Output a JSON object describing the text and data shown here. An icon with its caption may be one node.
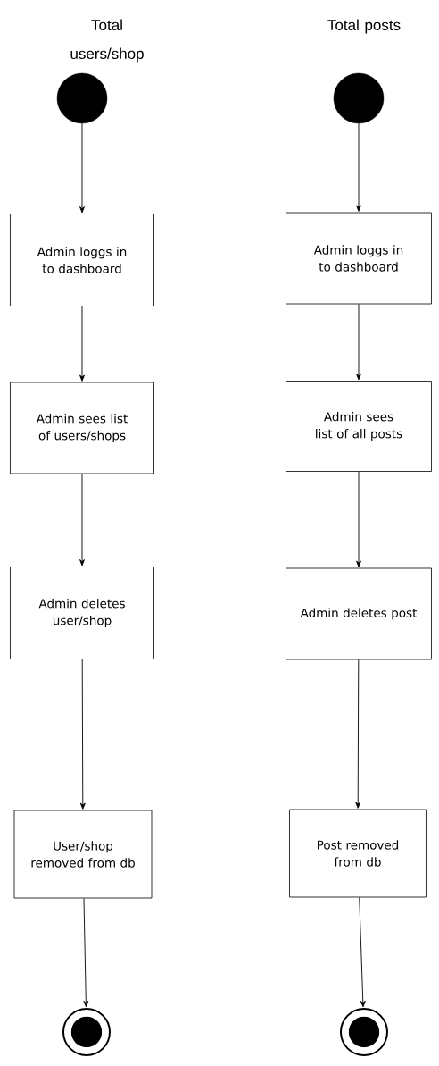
{
  "diagram": {
    "nodes": [
      {
        "text": [],
        "shape": "circle"
      },
      {
        "text": [
          "Admin loggs in to dashboard"
        ]
      },
      {
        "text": [
          "Admin sees list of users/shops"
        ]
      },
      {
        "text": [
          "Admin deletes user/shop"
        ]
      },
      {
        "text": [
          "User/shop removed from db"
        ]
      },
      {
        "text": [],
        "shape": "bullseye"
      },
      {
        "text": [],
        "shape": "circle"
      },
      {
        "text": [
          "Admin loggs in to dashboard"
        ]
      },
      {
        "text": [
          "Admin sees list of all posts"
        ]
      },
      {
        "text": [
          "Admin deletes post"
        ]
      },
      {
        "text": [
          "Post removed from db"
        ]
      },
      {
        "text": [],
        "shape": "bullseye"
      }
    ],
    "edges": [
      {
        "from": 0,
        "to": 1,
        "arrow": "to"
      },
      {
        "from": 1,
        "to": 2,
        "arrow": "to"
      },
      {
        "from": 2,
        "to": 3,
        "arrow": "to"
      },
      {
        "from": 3,
        "to": 4,
        "arrow": "to"
      },
      {
        "from": 4,
        "to": 5,
        "arrow": "to"
      },
      {
        "from": 6,
        "to": 7,
        "arrow": "to"
      },
      {
        "from": 7,
        "to": 8,
        "arrow": "to"
      },
      {
        "from": 8,
        "to": 9,
        "arrow": "to"
      },
      {
        "from": 9,
        "to": 10,
        "arrow": "to"
      },
      {
        "from": 10,
        "to": 11,
        "arrow": "to"
      }
    ],
    "labels": [
      "Total users/shop",
      "Total posts"
    ]
  }
}
